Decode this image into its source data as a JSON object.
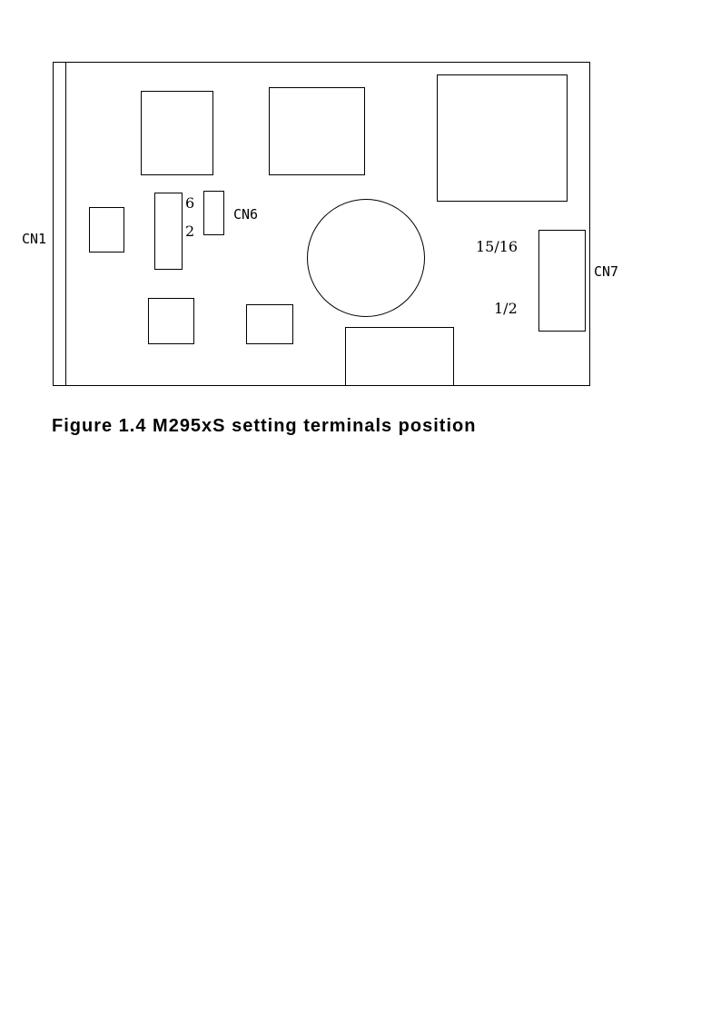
{
  "figure": {
    "caption": "Figure 1.4 M295xS setting terminals position",
    "labels": {
      "cn1": "CN1",
      "cn6": "CN6",
      "cn7": "CN7",
      "jumper_pin_top": "6",
      "jumper_pin_bottom": "2",
      "cn7_pin_top": "15/16",
      "cn7_pin_bottom": "1/2"
    }
  }
}
